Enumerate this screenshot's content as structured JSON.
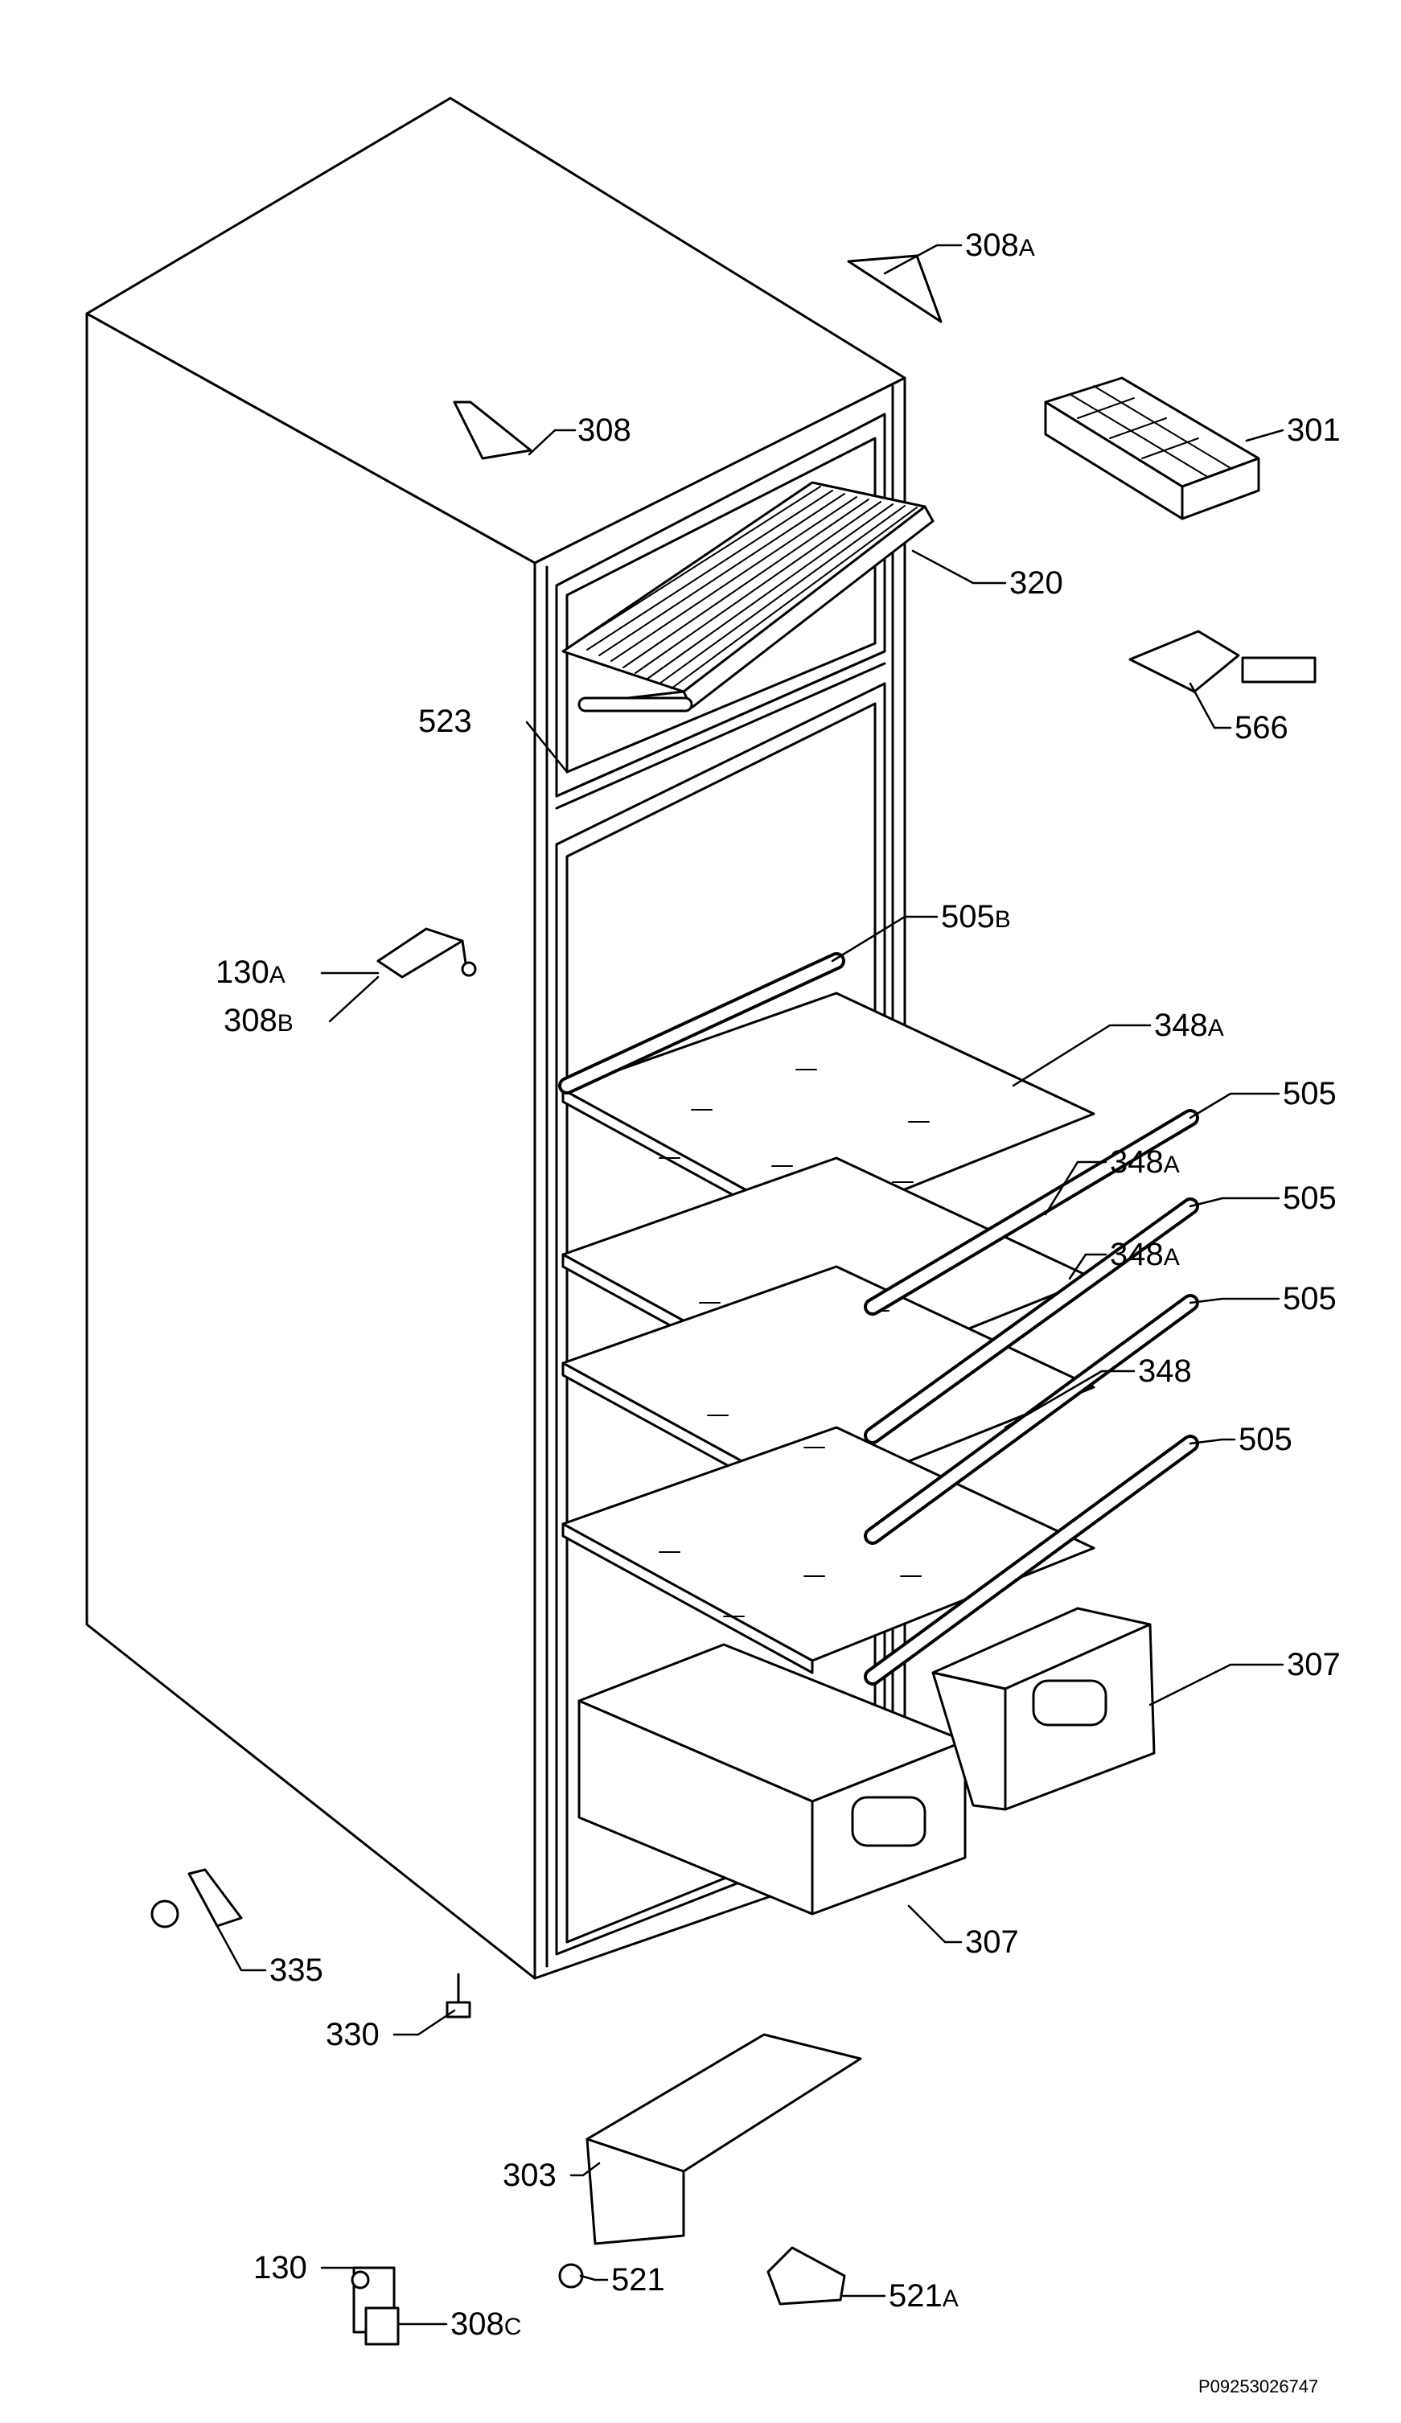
{
  "diagram": {
    "document_id": "P09253026747",
    "callouts": [
      {
        "id": "308A",
        "num": "308",
        "suffix": "A"
      },
      {
        "id": "308",
        "num": "308",
        "suffix": ""
      },
      {
        "id": "301",
        "num": "301",
        "suffix": ""
      },
      {
        "id": "320",
        "num": "320",
        "suffix": ""
      },
      {
        "id": "566",
        "num": "566",
        "suffix": ""
      },
      {
        "id": "523",
        "num": "523",
        "suffix": ""
      },
      {
        "id": "505B",
        "num": "505",
        "suffix": "B"
      },
      {
        "id": "130A",
        "num": "130",
        "suffix": "A"
      },
      {
        "id": "308B",
        "num": "308",
        "suffix": "B"
      },
      {
        "id": "348A-1",
        "num": "348",
        "suffix": "A"
      },
      {
        "id": "505-1",
        "num": "505",
        "suffix": ""
      },
      {
        "id": "348A-2",
        "num": "348",
        "suffix": "A"
      },
      {
        "id": "505-2",
        "num": "505",
        "suffix": ""
      },
      {
        "id": "348A-3",
        "num": "348",
        "suffix": "A"
      },
      {
        "id": "505-3",
        "num": "505",
        "suffix": ""
      },
      {
        "id": "348",
        "num": "348",
        "suffix": ""
      },
      {
        "id": "505-4",
        "num": "505",
        "suffix": ""
      },
      {
        "id": "307-1",
        "num": "307",
        "suffix": ""
      },
      {
        "id": "307-2",
        "num": "307",
        "suffix": ""
      },
      {
        "id": "335",
        "num": "335",
        "suffix": ""
      },
      {
        "id": "330",
        "num": "330",
        "suffix": ""
      },
      {
        "id": "303",
        "num": "303",
        "suffix": ""
      },
      {
        "id": "130",
        "num": "130",
        "suffix": ""
      },
      {
        "id": "521",
        "num": "521",
        "suffix": ""
      },
      {
        "id": "308C",
        "num": "308",
        "suffix": "C"
      },
      {
        "id": "521A",
        "num": "521",
        "suffix": "A"
      }
    ]
  }
}
